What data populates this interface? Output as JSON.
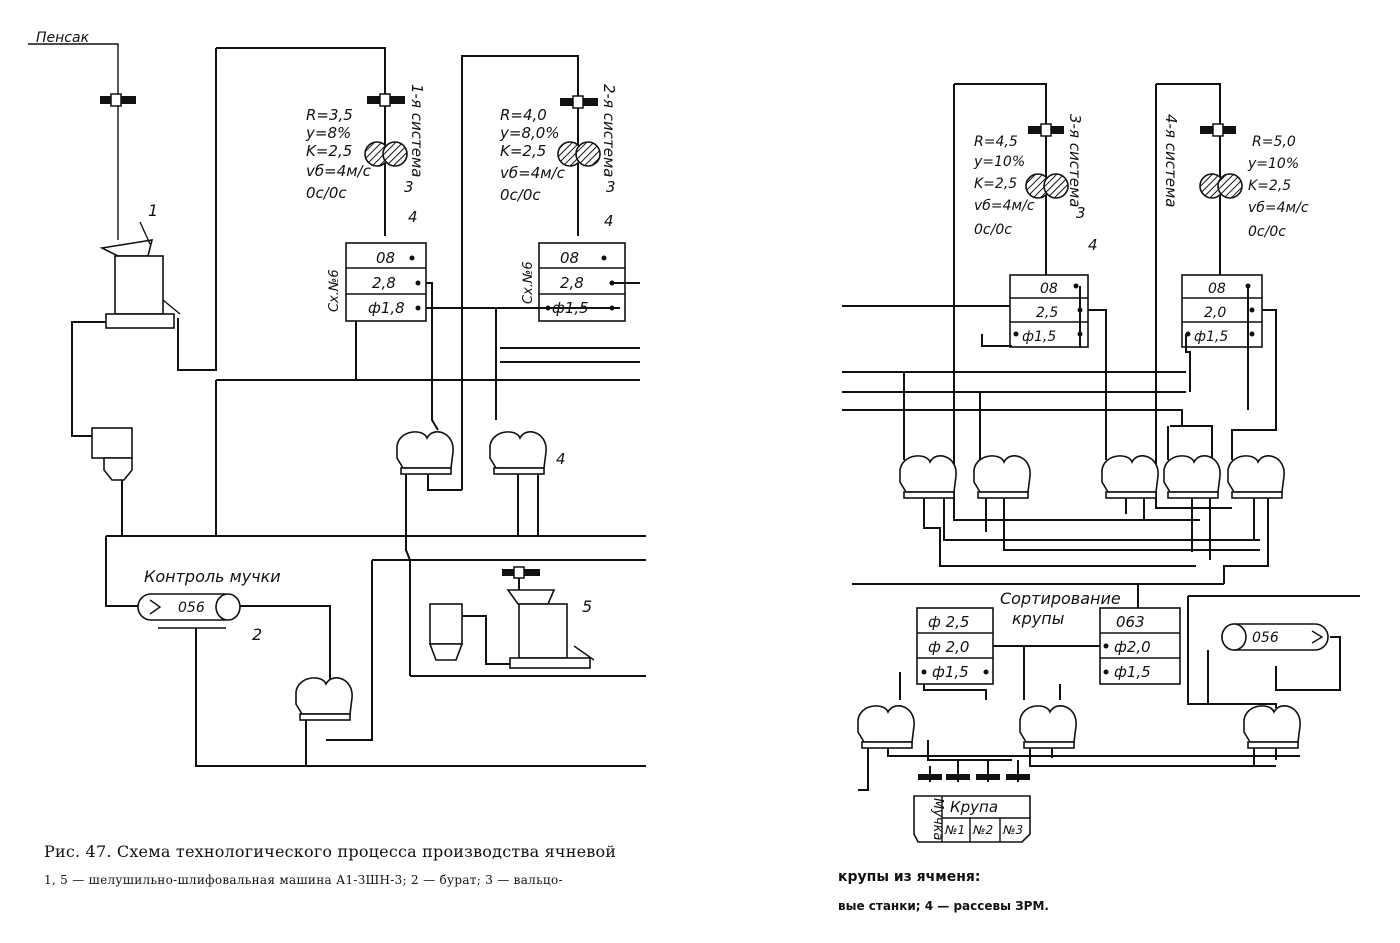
{
  "labels": {
    "input": "Пенсак",
    "flour_control": "Контроль мучки",
    "grain_sorting_1": "Сортирование",
    "grain_sorting_2": "крупы",
    "grain": "Крупа",
    "flour": "Мучка"
  },
  "systems": [
    {
      "name": "1-я система",
      "R": "R=3,5",
      "y": "y=8%",
      "K": "K=2,5",
      "v": "vб=4м/с",
      "mode": "0с/0с",
      "ref": "3"
    },
    {
      "name": "2-я система",
      "R": "R=4,0",
      "y": "y=8,0%",
      "K": "K=2,5",
      "v": "vб=4м/с",
      "mode": "0с/0с",
      "ref": "3"
    },
    {
      "name": "3-я система",
      "R": "R=4,5",
      "y": "y=10%",
      "K": "K=2,5",
      "v": "vб=4м/с",
      "mode": "0с/0с",
      "ref": "3"
    },
    {
      "name": "4-я система",
      "R": "R=5,0",
      "y": "y=10%",
      "K": "K=2,5",
      "v": "vб=4м/с",
      "mode": "0с/0с",
      "ref": ""
    }
  ],
  "sifters": [
    {
      "scheme": "Сх.№6",
      "rows": [
        "08",
        "2,8",
        "ф1,8"
      ],
      "ref": "4"
    },
    {
      "scheme": "Сх.№6",
      "rows": [
        "08",
        "2,8",
        "ф1,5"
      ],
      "ref": "4"
    },
    {
      "scheme": "",
      "rows": [
        "08",
        "2,5",
        "ф1,5"
      ],
      "ref": "4"
    },
    {
      "scheme": "",
      "rows": [
        "08",
        "2,0",
        "ф1,5"
      ],
      "ref": ""
    }
  ],
  "sorting_sifters": [
    {
      "rows": [
        "ф 2,5",
        "ф 2,0",
        "ф1,5"
      ]
    },
    {
      "rows": [
        "063",
        "ф2,0",
        "ф1,5"
      ]
    }
  ],
  "burat": {
    "left": "056",
    "right": "056"
  },
  "bins": [
    "№1",
    "№2",
    "№3"
  ],
  "refs": {
    "machine_1": "1",
    "burat": "2",
    "aspirator": "4",
    "machine_5": "5"
  },
  "caption": {
    "line1": "Рис. 47. Схема технологического процесса производства ячневой",
    "line2": "1, 5 — шелушильно-шлифовальная машина А1-ЗШН-3; 2 — бурат; 3 — вальцо-",
    "line3": "крупы из ячменя:",
    "line4": "вые станки; 4 — рассевы ЗРМ."
  }
}
